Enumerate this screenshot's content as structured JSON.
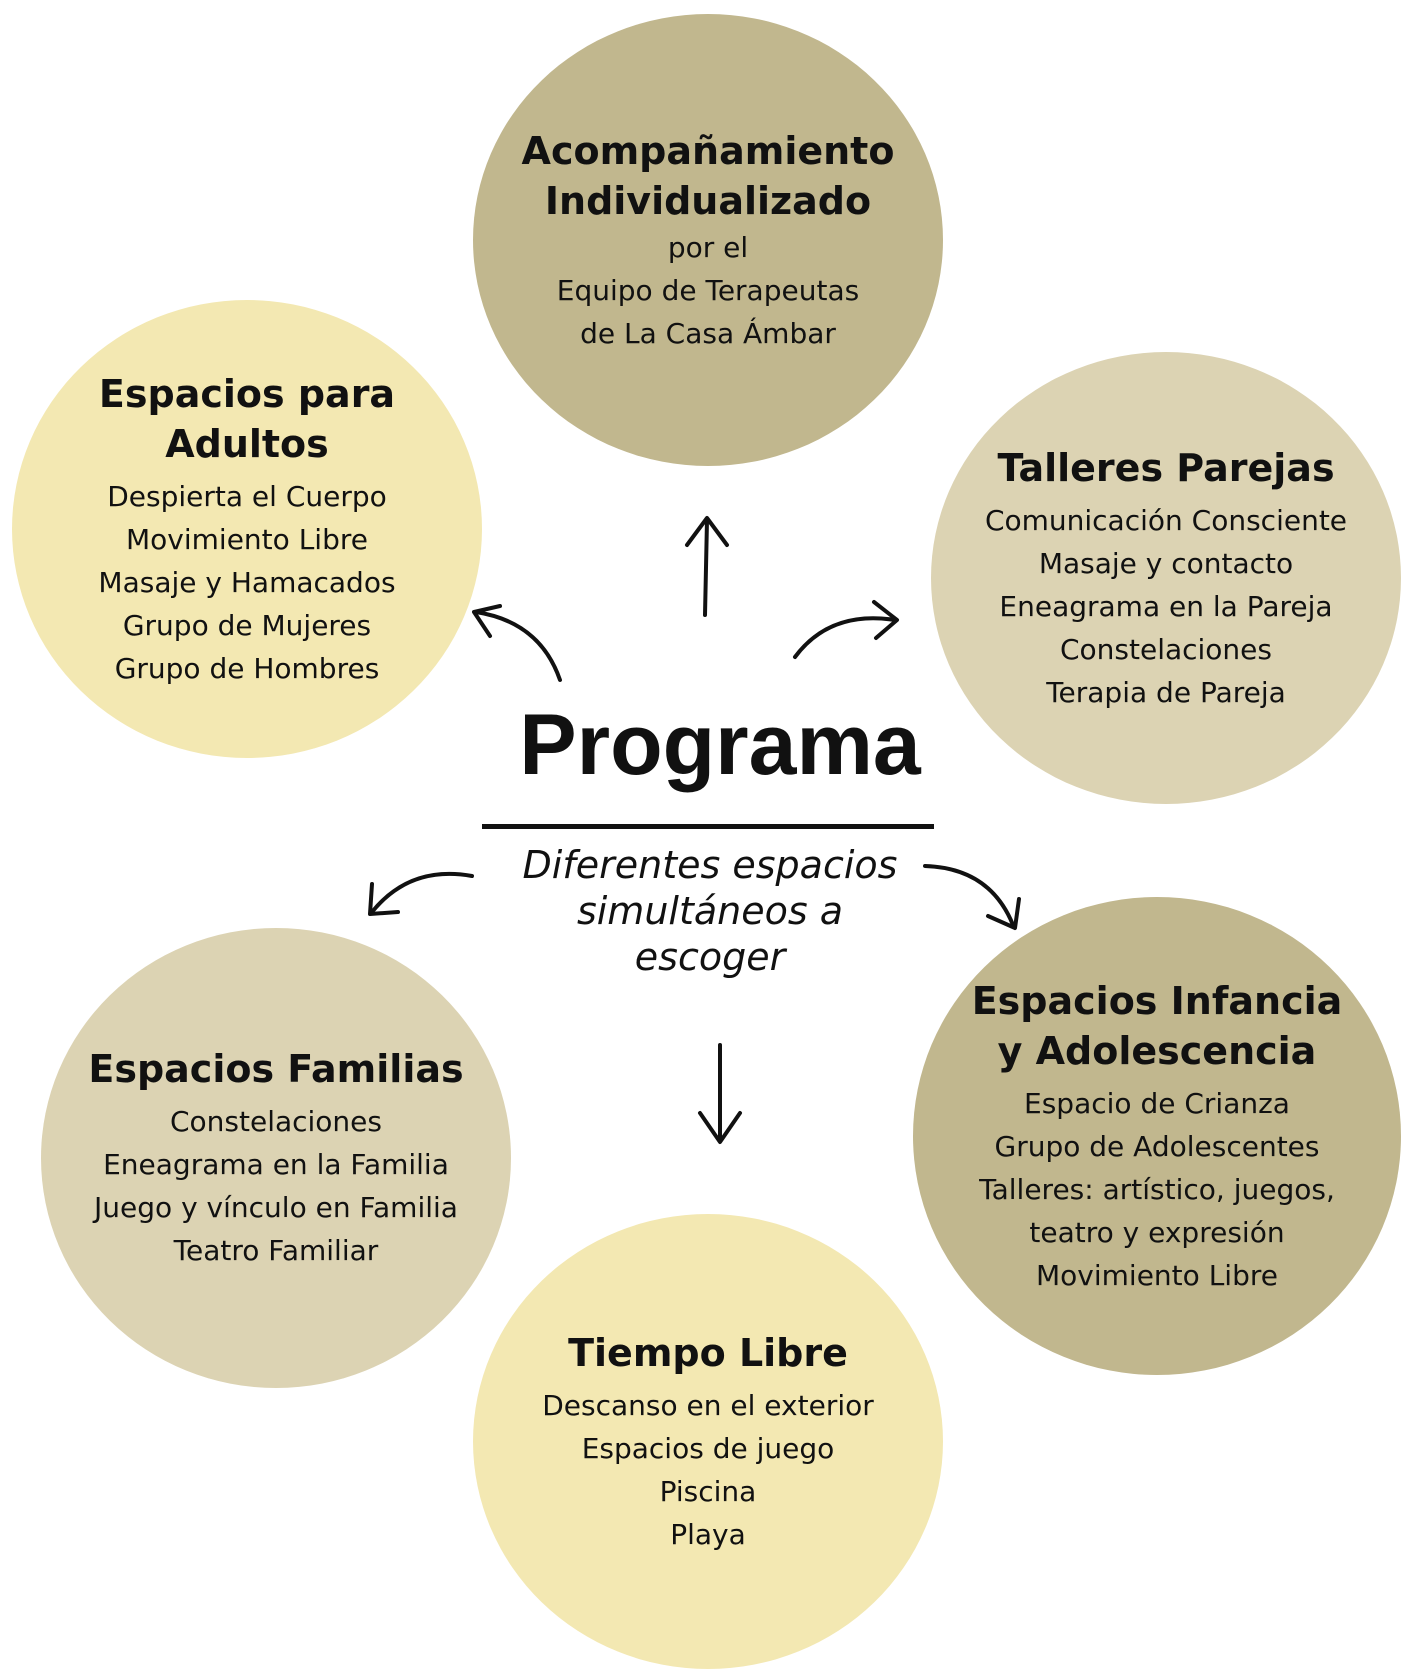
{
  "center": {
    "title": "Programa",
    "subtitle_lines": [
      "Diferentes espacios",
      "simultáneos a",
      "escoger"
    ]
  },
  "circles": {
    "top": {
      "title_lines": [
        "Acompañamiento",
        "Individualizado"
      ],
      "items": [
        "por el",
        "Equipo de Terapeutas",
        "de La Casa Ámbar"
      ],
      "color": "#c1b78e"
    },
    "adultos": {
      "title_lines": [
        "Espacios para",
        "Adultos"
      ],
      "items": [
        "Despierta el Cuerpo",
        "Movimiento Libre",
        "Masaje y Hamacados",
        "Grupo de Mujeres",
        "Grupo de Hombres"
      ],
      "color": "#f3e8b2"
    },
    "parejas": {
      "title_lines": [
        "Talleres Parejas"
      ],
      "items": [
        "Comunicación Consciente",
        "Masaje y contacto",
        "Eneagrama en la Pareja",
        "Constelaciones",
        "Terapia de Pareja"
      ],
      "color": "#dcd3b3"
    },
    "familias": {
      "title_lines": [
        "Espacios Familias"
      ],
      "items": [
        "Constelaciones",
        "Eneagrama en la Familia",
        "Juego y vínculo en Familia",
        "Teatro Familiar"
      ],
      "color": "#dcd3b3"
    },
    "infancia": {
      "title_lines": [
        "Espacios Infancia",
        "y Adolescencia"
      ],
      "items": [
        "Espacio de Crianza",
        "Grupo de Adolescentes",
        "Talleres: artístico, juegos,",
        "teatro y expresión",
        "Movimiento Libre"
      ],
      "color": "#c1b78e"
    },
    "libre": {
      "title_lines": [
        "Tiempo Libre"
      ],
      "items": [
        "Descanso en el exterior",
        "Espacios de juego",
        "Piscina",
        "Playa"
      ],
      "color": "#f3e8b2"
    }
  }
}
